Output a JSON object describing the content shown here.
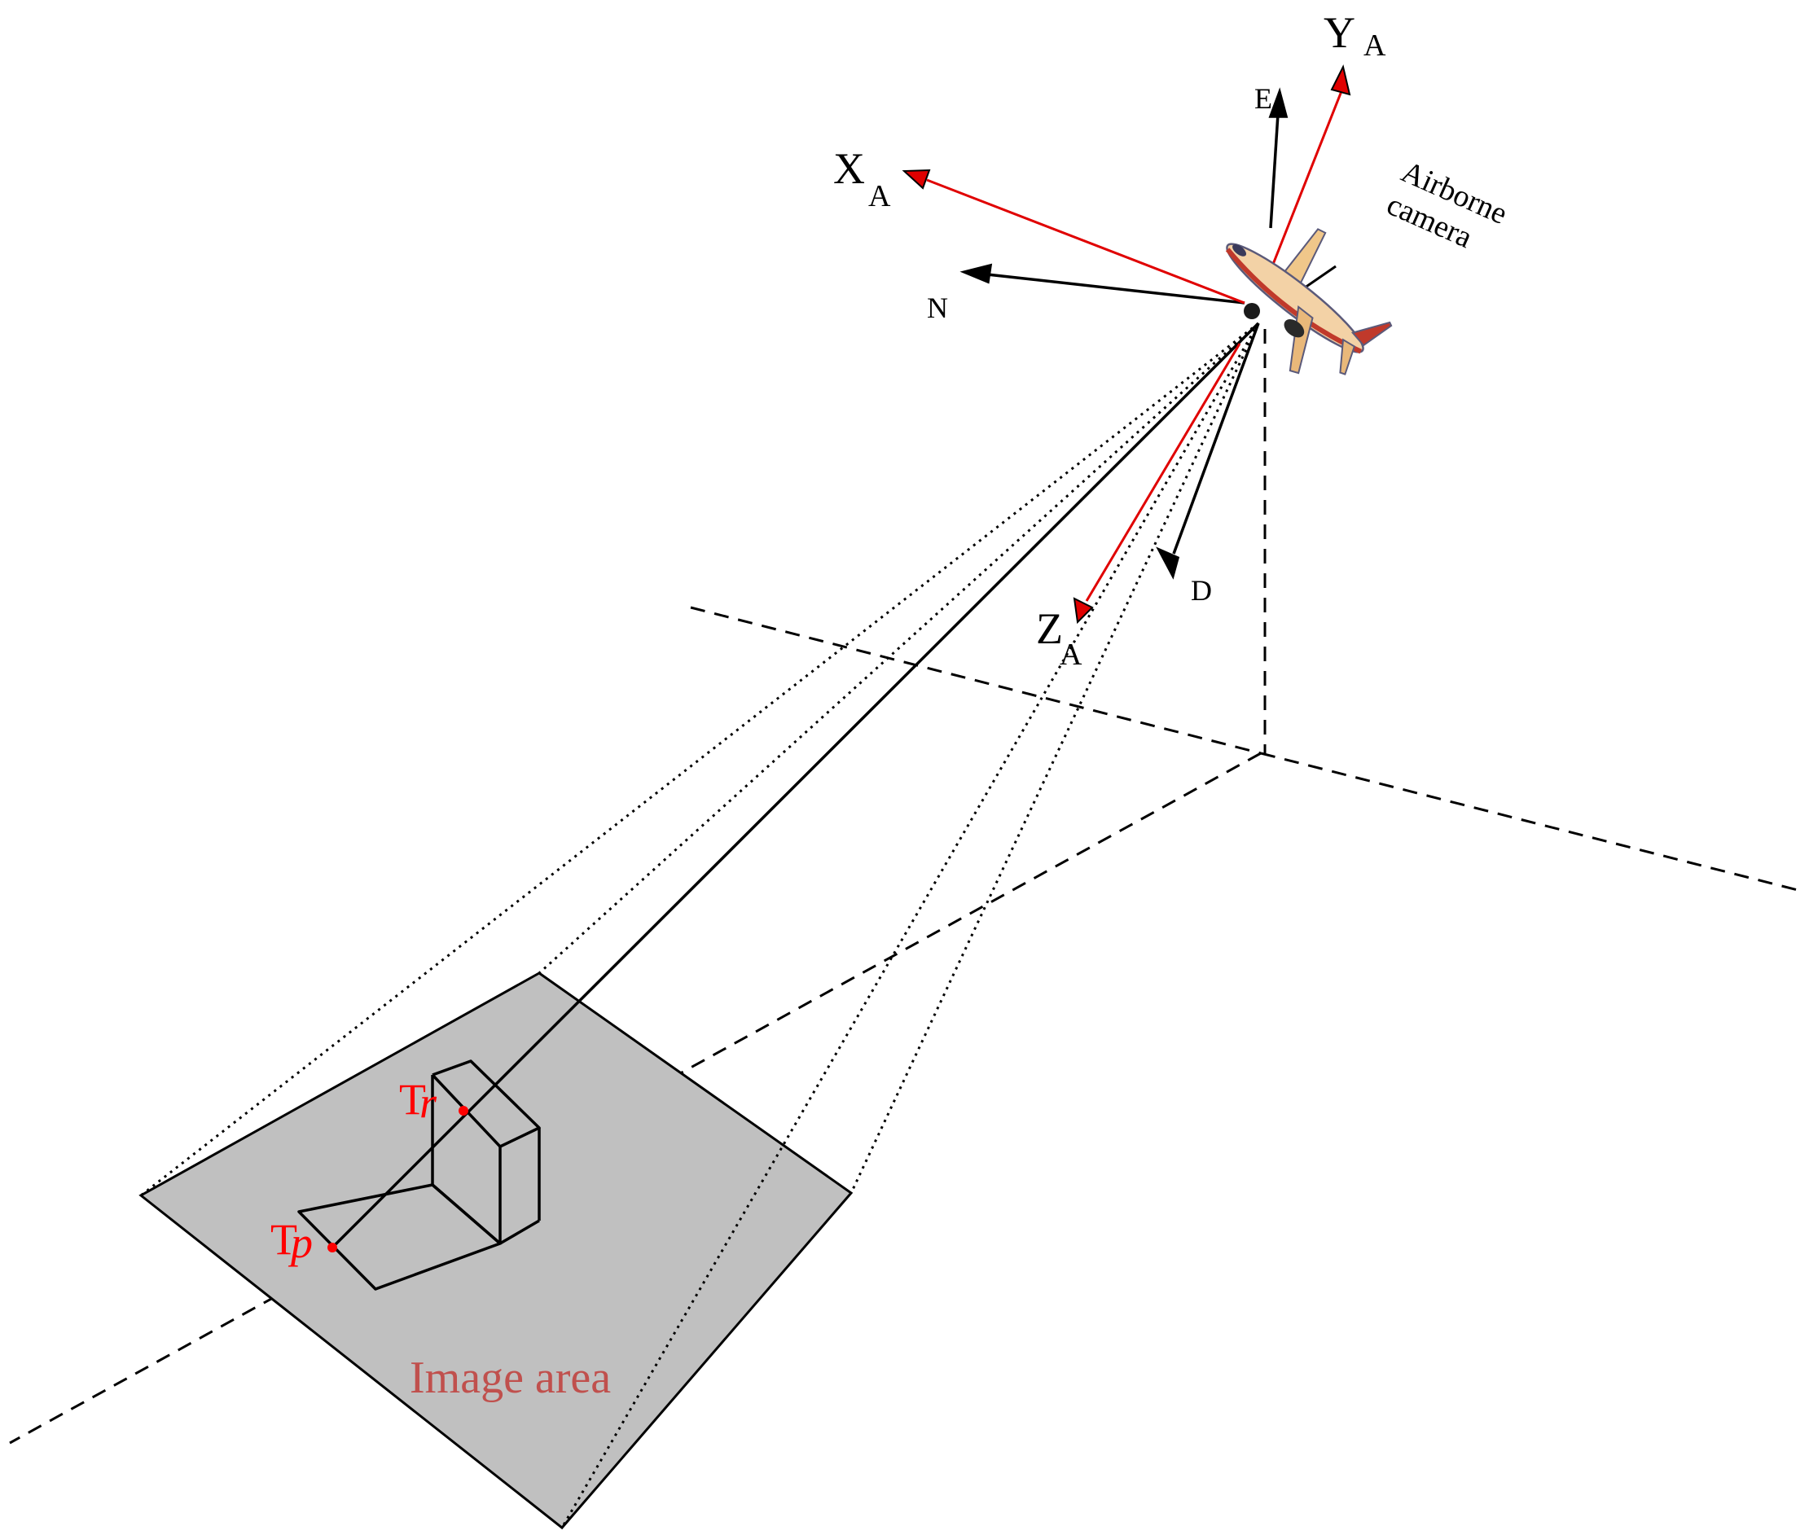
{
  "labels": {
    "x_axis": {
      "main": "X",
      "sub": "A"
    },
    "y_axis": {
      "main": "Y",
      "sub": "A"
    },
    "z_axis": {
      "main": "Z",
      "sub": "A"
    },
    "north": "N",
    "east": "E",
    "down": "D",
    "camera_line1": "Airborne",
    "camera_line2": "camera",
    "target_r": {
      "main": "T",
      "sub": "r"
    },
    "target_p": {
      "main": "T",
      "sub": "p"
    },
    "image_area": "Image area"
  },
  "colors": {
    "aircraft_axes": "#e00000",
    "ned_axes": "#000000",
    "target_labels": "#ff0000",
    "image_area_fill": "#c0c0c0",
    "image_area_text": "#c0504d",
    "aircraft_body": "#f3d2a6",
    "aircraft_stripe": "#c0392b"
  },
  "icons": {
    "aircraft": "airplane-icon"
  }
}
